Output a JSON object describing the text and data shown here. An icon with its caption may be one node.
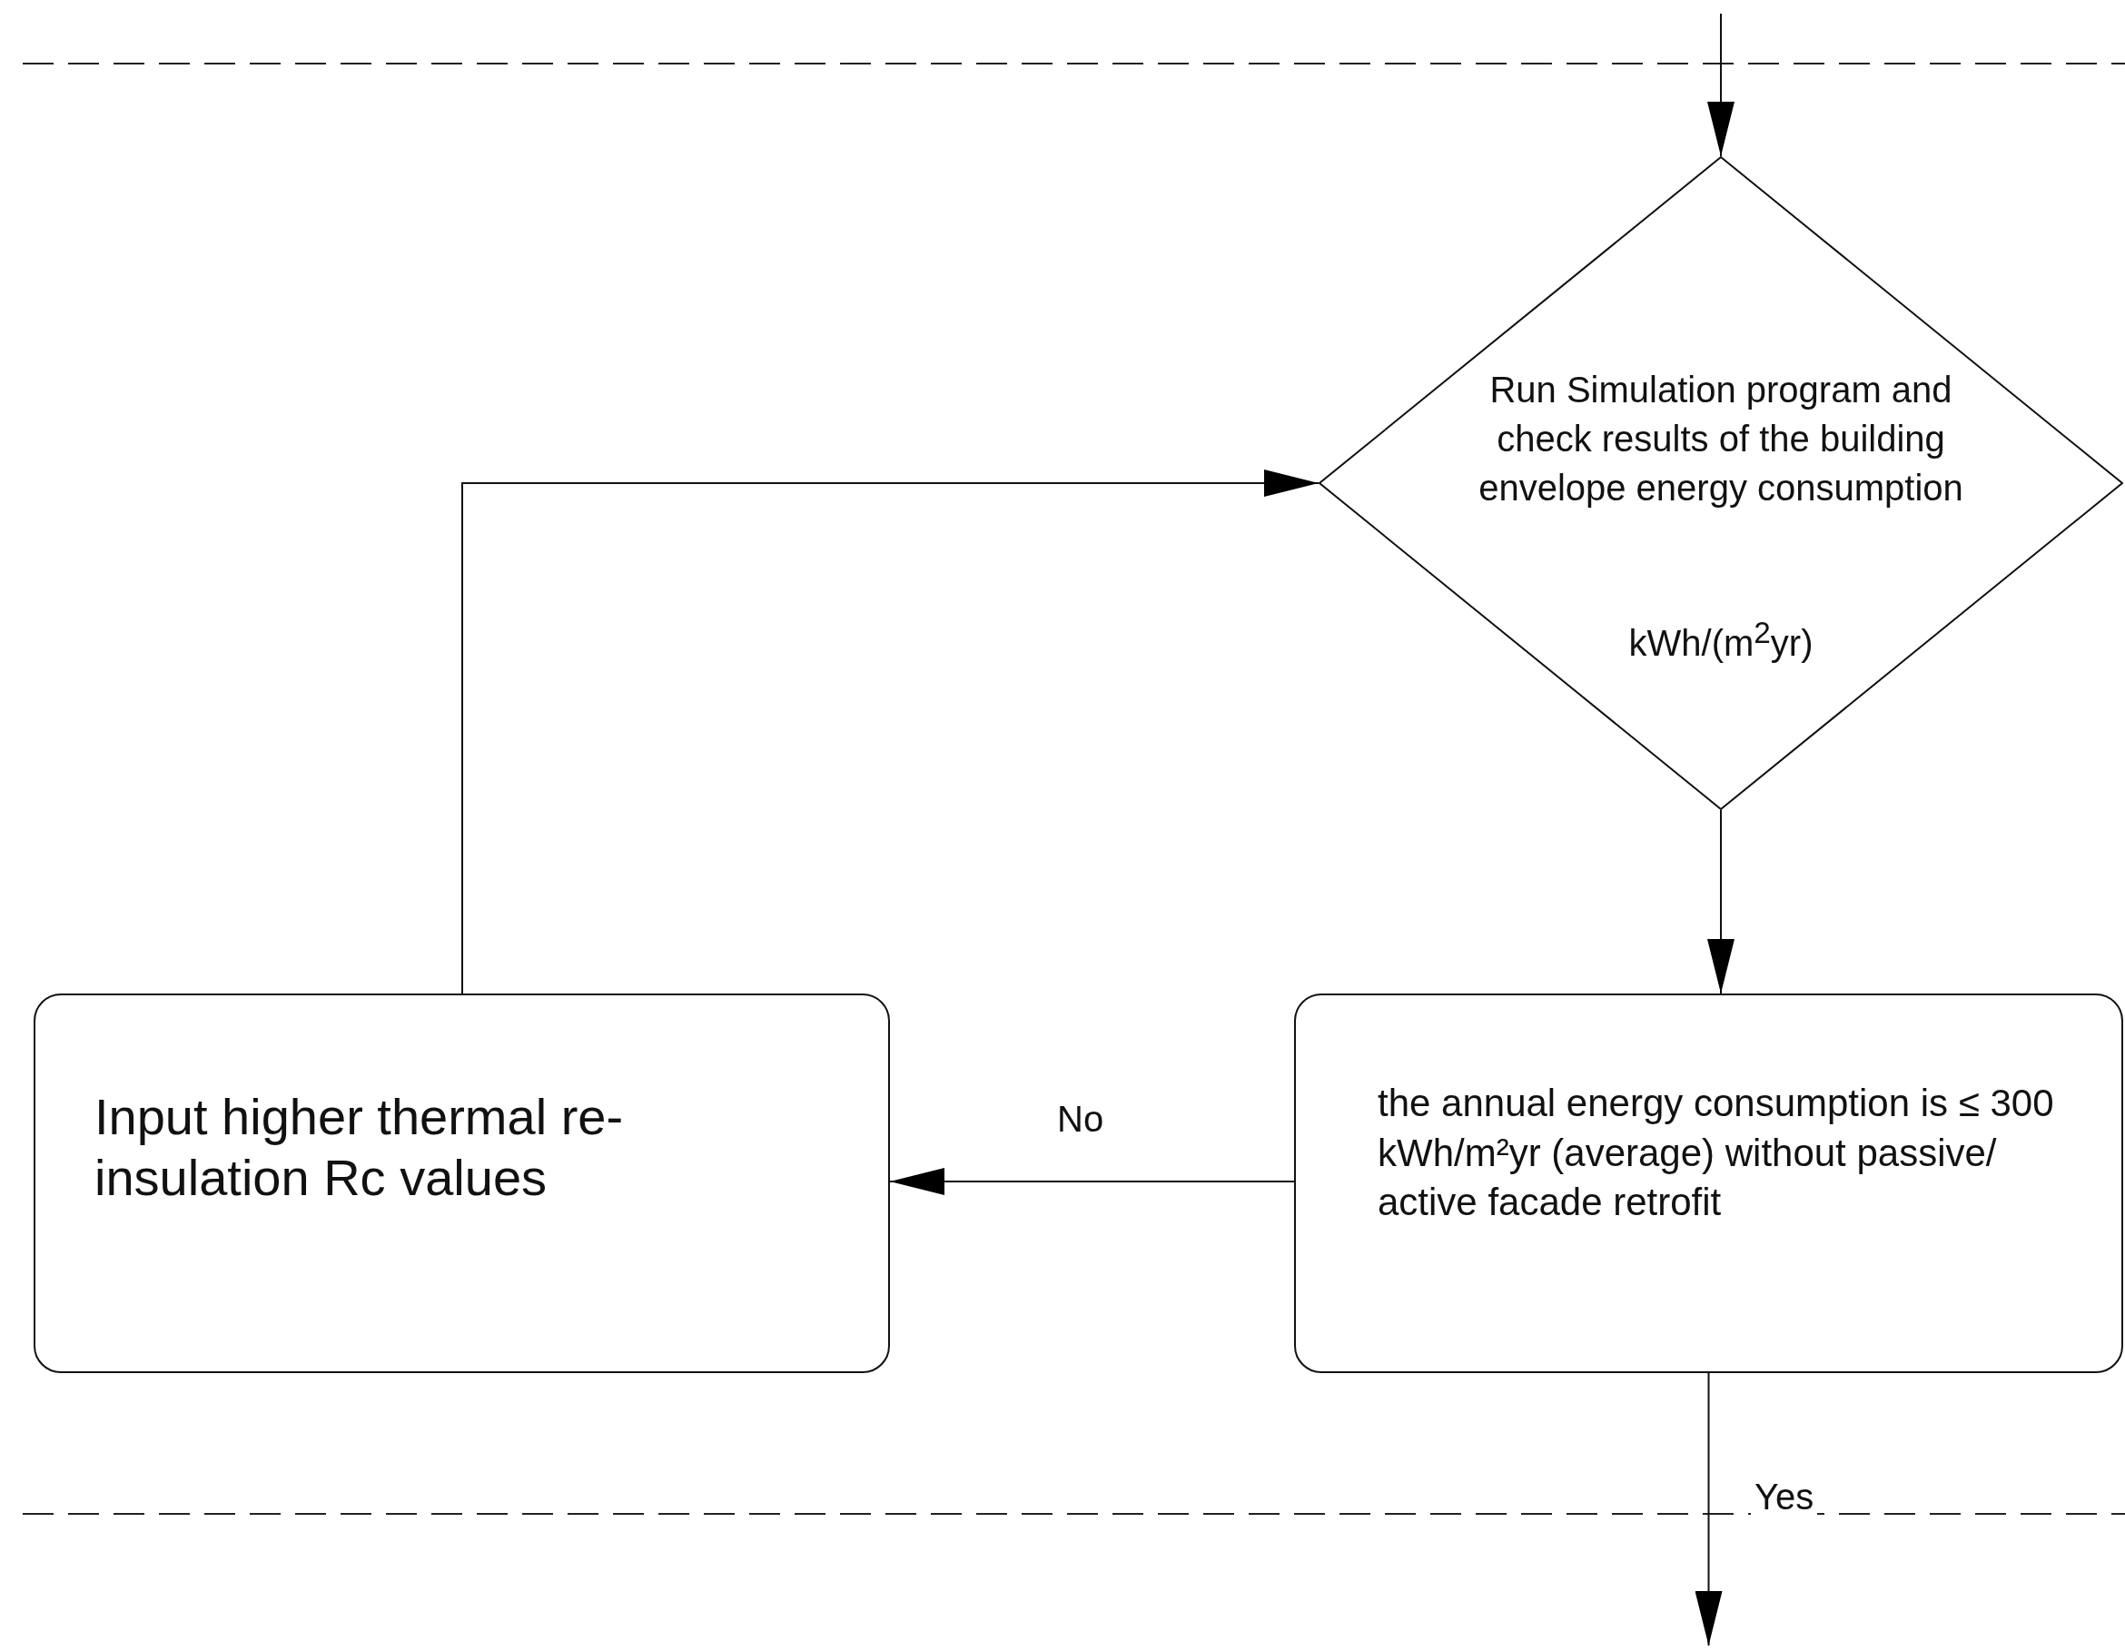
{
  "diagram": {
    "nodes": [
      {
        "text": [
          "Run Simulation program and check results of the building envelope energy consumption",
          "kWh/(m$^{2}$yr)"
        ]
      },
      {
        "text": [
          "Input higher thermal re-insulation Rc values"
        ]
      },
      {
        "text": [
          "the annual energy consumption is ≤ 300 kWh/m²yr (average) without passive/ active facade retrofit"
        ]
      }
    ],
    "edges": [
      {
        "from": null,
        "to": 0,
        "arrow": "to"
      },
      {
        "from": 0,
        "to": 2,
        "arrow": "to"
      },
      {
        "from": 2,
        "to": 1,
        "arrow": "to",
        "label": "No"
      },
      {
        "from": 1,
        "to": 0,
        "arrow": "to"
      },
      {
        "from": 2,
        "to": null,
        "arrow": "to",
        "label": "Yes"
      }
    ]
  }
}
